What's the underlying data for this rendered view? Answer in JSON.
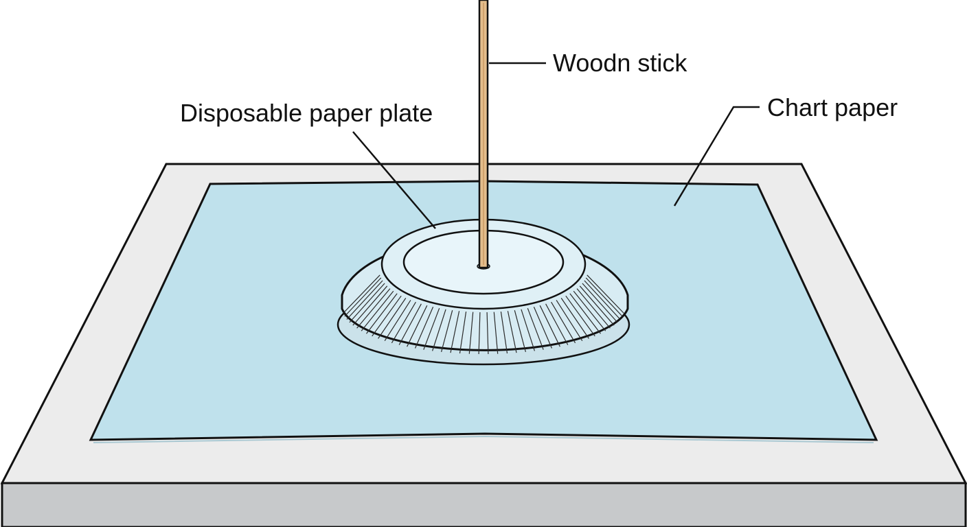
{
  "labels": {
    "stick": "Woodn stick",
    "plate": "Disposable paper plate",
    "chart": "Chart paper"
  },
  "colors": {
    "outline": "#111111",
    "board_top": "#ececec",
    "board_side": "#c7c9cb",
    "chart_paper": "#bfe1ec",
    "plate_fill": "#dff0f6",
    "plate_inner": "#e8f5fa",
    "stick": "#e3bd8c"
  }
}
